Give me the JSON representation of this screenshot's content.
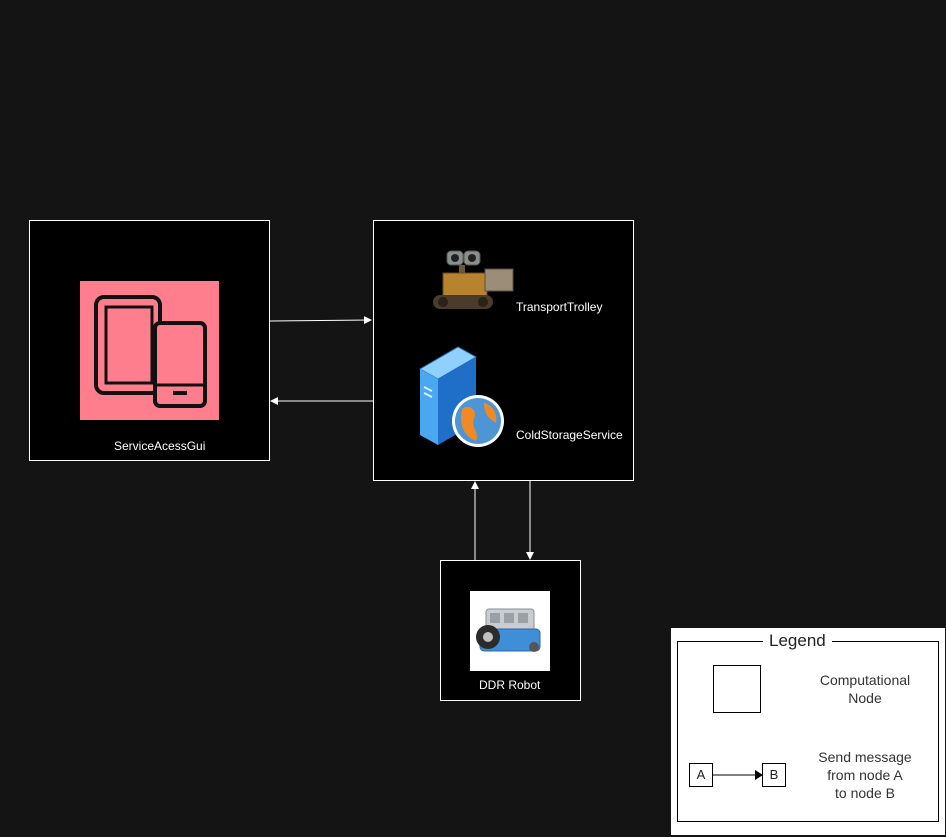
{
  "diagram": {
    "nodes": {
      "gui": {
        "label": "ServiceAcessGui",
        "icon": "tablet-phone-icon",
        "icon_bg": "#ff7e8d"
      },
      "server": {
        "transport_label": "TransportTrolley",
        "transport_icon": "robot-trolley-icon",
        "cold_label": "ColdStorageService",
        "cold_icon": "web-server-icon"
      },
      "robot": {
        "label": "DDR Robot",
        "icon": "ddr-robot-icon"
      }
    },
    "edges": [
      {
        "from": "ServiceAcessGui",
        "to": "server"
      },
      {
        "from": "server",
        "to": "ServiceAcessGui"
      },
      {
        "from": "DDR Robot",
        "to": "server"
      },
      {
        "from": "server",
        "to": "DDR Robot"
      }
    ]
  },
  "legend": {
    "title": "Legend",
    "node_desc": "Computational Node",
    "node_desc_line1": "Computational",
    "node_desc_line2": "Node",
    "box_a": "A",
    "box_b": "B",
    "msg_line1": "Send message",
    "msg_line2": "from node A",
    "msg_line3": "to node B"
  },
  "colors": {
    "background": "#141414",
    "node_fill": "#000000",
    "stroke": "#ffffff",
    "gui_icon_bg": "#ff7e8d"
  }
}
